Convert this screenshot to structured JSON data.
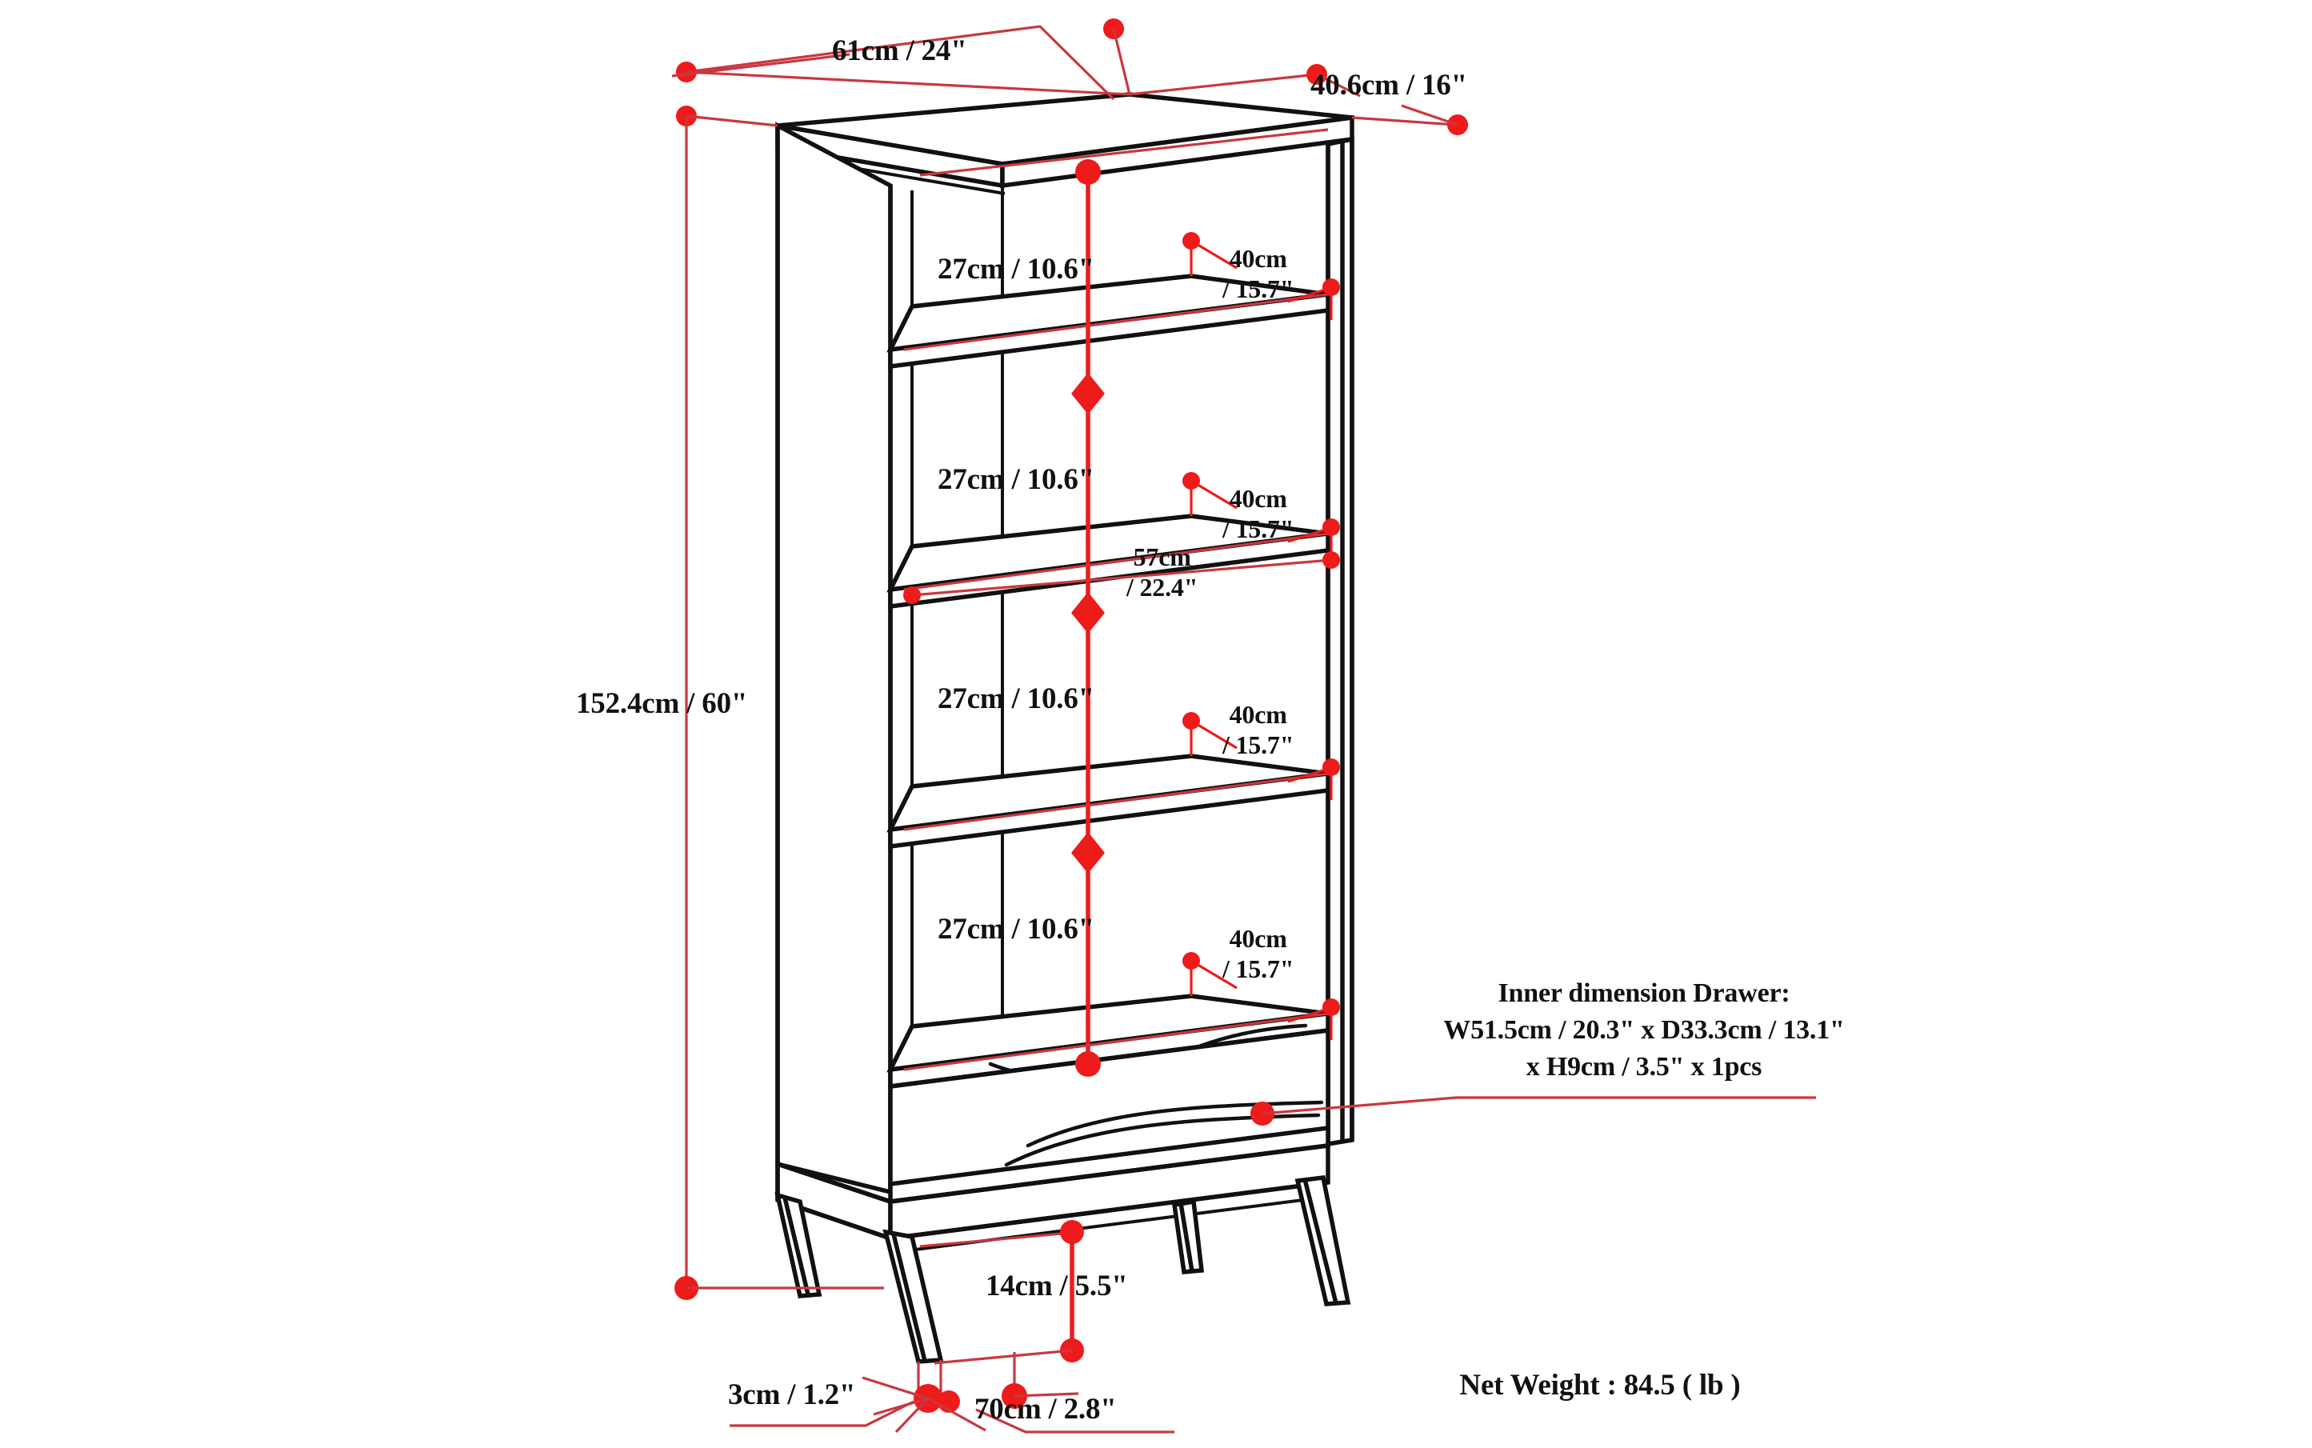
{
  "diagram": {
    "type": "furniture-dimension-drawing",
    "subject": "bookcase-with-drawer",
    "colors": {
      "line": "#111111",
      "dimension": "#EE1B1B",
      "background": "#FFFFFF"
    }
  },
  "dimensions": {
    "width_top": "61cm / 24\"",
    "depth_top": "40.6cm / 16\"",
    "overall_height": "152.4cm / 60\"",
    "shelf_gap_1": "27cm / 10.6\"",
    "shelf_gap_2": "27cm / 10.6\"",
    "shelf_gap_3": "27cm / 10.6\"",
    "shelf_gap_4": "27cm / 10.6\"",
    "shelf_depth_1": "40cm\n/ 15.7\"",
    "shelf_depth_2": "40cm\n/ 15.7\"",
    "shelf_depth_3": "40cm\n/ 15.7\"",
    "shelf_depth_4": "40cm\n/ 15.7\"",
    "shelf_width": "57cm\n/ 22.4\"",
    "leg_height": "14cm / 5.5\"",
    "leg_thickness": "3cm / 1.2\"",
    "leg_base": "70cm / 2.8\""
  },
  "notes": {
    "inner_drawer_line1": "Inner dimension Drawer:",
    "inner_drawer_line2": "W51.5cm / 20.3\" x D33.3cm / 13.1\"",
    "inner_drawer_line3": "x H9cm / 3.5\" x 1pcs",
    "net_weight": "Net Weight : 84.5 ( lb )"
  }
}
